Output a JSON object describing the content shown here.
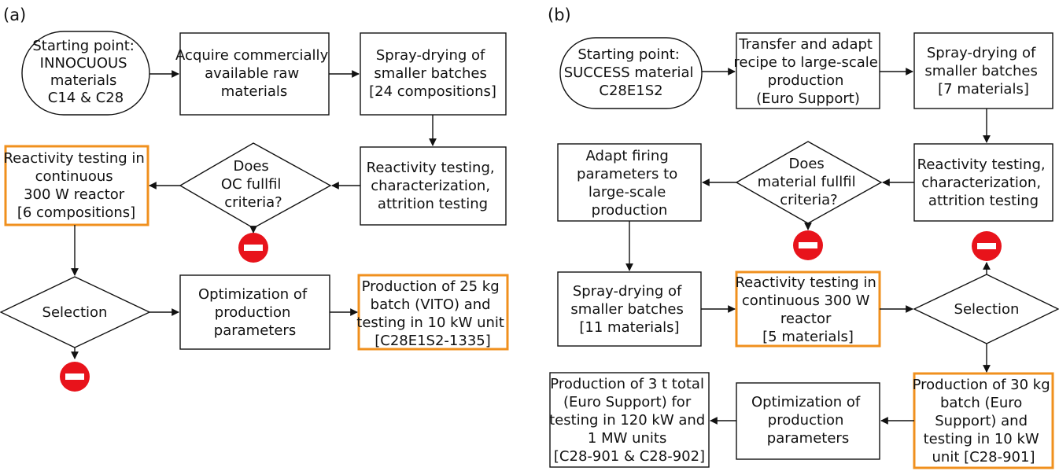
{
  "panel_a": {
    "label": "(a)",
    "start": [
      "Starting point:",
      "INNOCUOUS",
      "materials",
      "C14 & C28"
    ],
    "acquire": [
      "Acquire commercially",
      "available raw",
      "materials"
    ],
    "spray": [
      "Spray-drying of",
      "smaller batches",
      "[24 compositions]"
    ],
    "reactivity_char": [
      "Reactivity testing,",
      "characterization,",
      "attrition testing"
    ],
    "decision": [
      "Does",
      "OC fullfil",
      "criteria?"
    ],
    "continuous": [
      "Reactivity testing in",
      "continuous",
      "300 W reactor",
      "[6 compositions]"
    ],
    "selection": [
      "Selection"
    ],
    "optimization": [
      "Optimization of",
      "production",
      "parameters"
    ],
    "production": [
      "Production of 25 kg",
      "batch (VITO) and",
      "testing in 10 kW unit",
      "[C28E1S2-1335]"
    ]
  },
  "panel_b": {
    "label": "(b)",
    "start": [
      "Starting point:",
      "SUCCESS material",
      "C28E1S2"
    ],
    "transfer": [
      "Transfer and adapt",
      "recipe to large-scale",
      "production",
      "(Euro Support)"
    ],
    "spray": [
      "Spray-drying of",
      "smaller batches",
      "[7 materials]"
    ],
    "reactivity_char": [
      "Reactivity testing,",
      "characterization,",
      "attrition testing"
    ],
    "decision": [
      "Does",
      "material fullfil",
      "criteria?"
    ],
    "adapt": [
      "Adapt firing",
      "parameters to",
      "large-scale",
      "production"
    ],
    "spray2": [
      "Spray-drying of",
      "smaller batches",
      "[11 materials]"
    ],
    "continuous": [
      "Reactivity testing in",
      "continuous 300 W",
      "reactor",
      "[5 materials]"
    ],
    "selection": [
      "Selection"
    ],
    "production30": [
      "Production of 30 kg",
      "batch (Euro",
      "Support) and",
      "testing in 10 kW",
      "unit [C28-901]"
    ],
    "optimization": [
      "Optimization of",
      "production",
      "parameters"
    ],
    "production3t": [
      "Production of 3 t total",
      "(Euro Support) for",
      "testing in 120 kW and",
      "1 MW units",
      "[C28-901 & C28-902]"
    ]
  },
  "colors": {
    "highlight_border": "#f0901e",
    "stop_sign": "#e8131b"
  },
  "icons": [
    "no-entry-icon"
  ]
}
